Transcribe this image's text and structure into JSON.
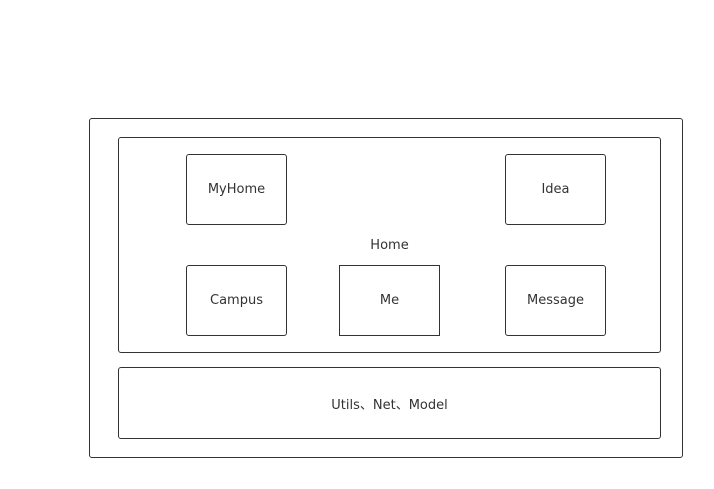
{
  "diagram": {
    "home": {
      "label": "Home",
      "modules": {
        "myhome": "MyHome",
        "idea": "Idea",
        "campus": "Campus",
        "me": "Me",
        "message": "Message"
      }
    },
    "base_layer": {
      "label": "Utils、Net、Model"
    }
  },
  "colors": {
    "stroke": "#333333",
    "background": "#ffffff"
  }
}
